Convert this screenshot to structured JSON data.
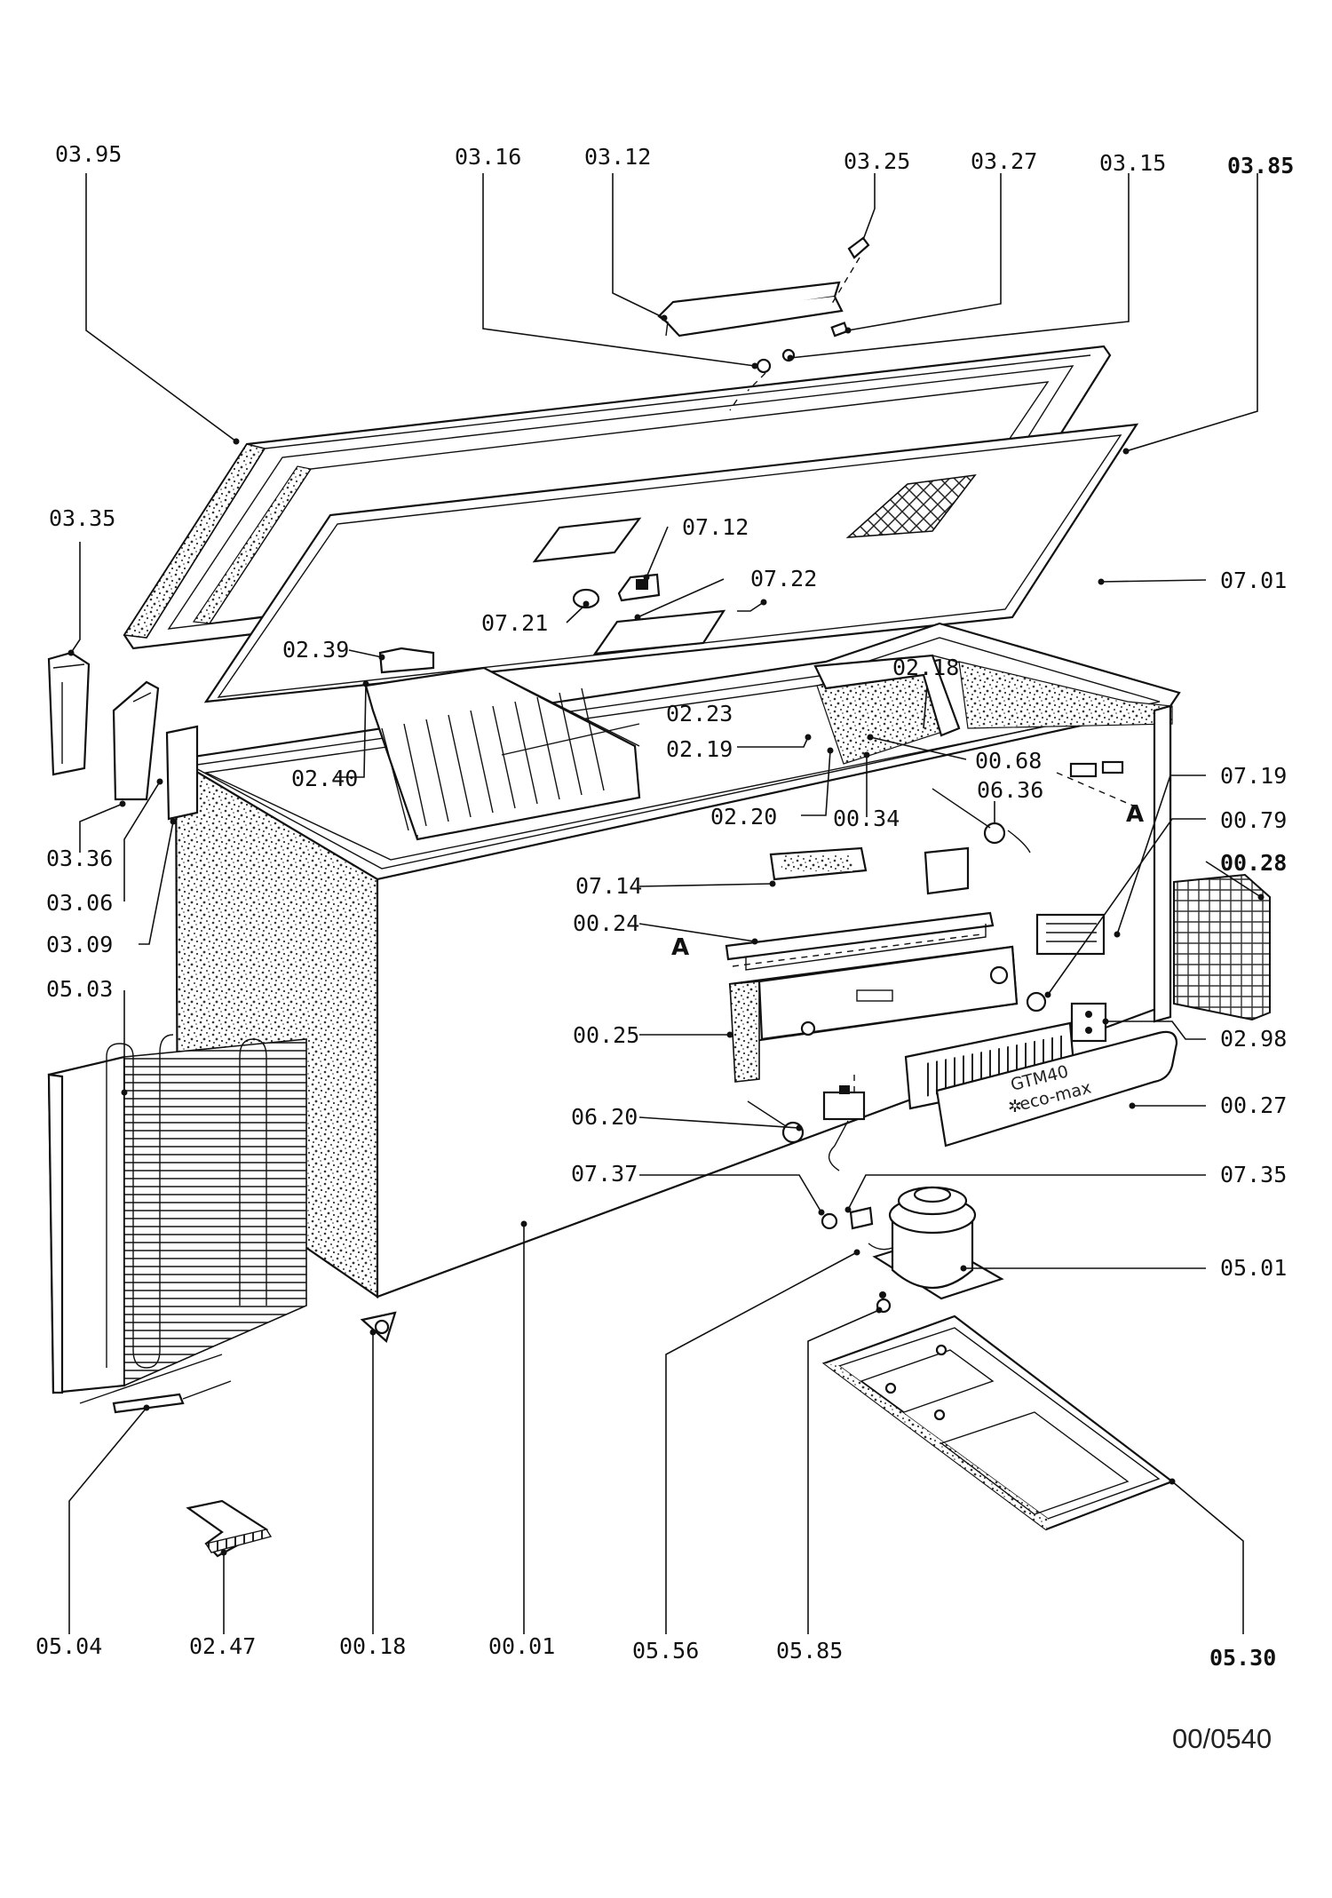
{
  "diagram": {
    "reference_code": "00/0540",
    "section_marker": "A",
    "brand_plate": [
      "GTM40",
      "eco-max"
    ],
    "parts": [
      {
        "id": "03.95"
      },
      {
        "id": "03.16"
      },
      {
        "id": "03.12"
      },
      {
        "id": "03.25"
      },
      {
        "id": "03.27"
      },
      {
        "id": "03.15"
      },
      {
        "id": "03.85"
      },
      {
        "id": "03.35"
      },
      {
        "id": "07.12"
      },
      {
        "id": "07.22"
      },
      {
        "id": "07.21"
      },
      {
        "id": "07.01"
      },
      {
        "id": "02.39"
      },
      {
        "id": "02.18"
      },
      {
        "id": "02.23"
      },
      {
        "id": "02.19"
      },
      {
        "id": "00.68"
      },
      {
        "id": "02.40"
      },
      {
        "id": "02.20"
      },
      {
        "id": "00.34"
      },
      {
        "id": "07.19"
      },
      {
        "id": "06.36"
      },
      {
        "id": "00.79"
      },
      {
        "id": "03.36"
      },
      {
        "id": "03.06"
      },
      {
        "id": "03.09"
      },
      {
        "id": "00.28"
      },
      {
        "id": "07.14"
      },
      {
        "id": "00.24"
      },
      {
        "id": "05.03"
      },
      {
        "id": "00.25"
      },
      {
        "id": "02.98"
      },
      {
        "id": "06.20"
      },
      {
        "id": "00.27"
      },
      {
        "id": "07.37"
      },
      {
        "id": "07.35"
      },
      {
        "id": "05.01"
      },
      {
        "id": "05.04"
      },
      {
        "id": "02.47"
      },
      {
        "id": "00.18"
      },
      {
        "id": "00.01"
      },
      {
        "id": "05.56"
      },
      {
        "id": "05.85"
      },
      {
        "id": "05.30"
      }
    ]
  }
}
